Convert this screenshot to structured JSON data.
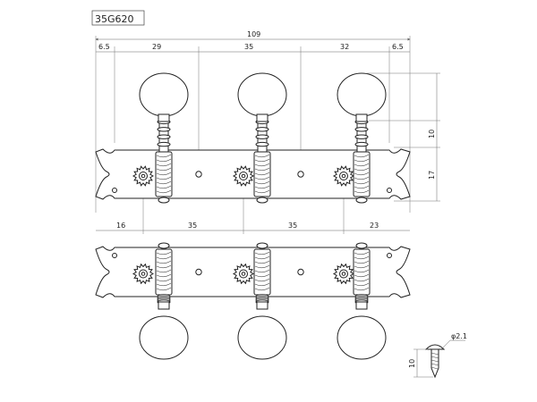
{
  "model": "35G620",
  "dimensions": {
    "overall": "109",
    "margin_left": "6.5",
    "post_1_2": "29",
    "post_2_3": "35",
    "post_3_4": "32",
    "margin_right": "6.5",
    "knob_height": "10",
    "plate_height": "17",
    "hole_offset": "16",
    "hole_1_2": "35",
    "hole_2_3": "35",
    "hole_right": "23",
    "screw_length": "10",
    "screw_diameter": "φ2.1"
  },
  "colors": {
    "line": "#222222",
    "dim": "#666666"
  }
}
